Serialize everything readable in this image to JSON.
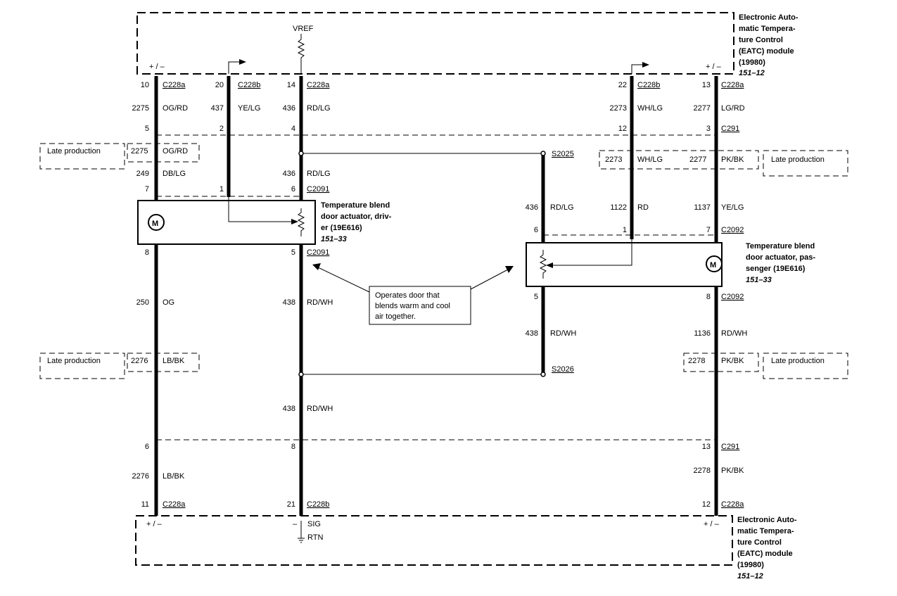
{
  "module_top": {
    "title_lines": [
      "Electronic Auto-",
      "matic Tempera-",
      "ture Control",
      "(EATC) module",
      "(19980)"
    ],
    "ref": "151–12",
    "vref": "VREF",
    "pm_left": "+ / –",
    "pm_right": "+ / –"
  },
  "module_bottom": {
    "title_lines": [
      "Electronic Auto-",
      "matic Tempera-",
      "ture Control",
      "(EATC) module",
      "(19980)"
    ],
    "ref": "151–12",
    "pm_left": "+ / –",
    "minus": "–",
    "pm_right": "+ / –",
    "sig": "SIG",
    "rtn": "RTN"
  },
  "actuator_driver": {
    "title_lines": [
      "Temperature blend",
      "door actuator, driv-",
      "er (19E616)"
    ],
    "ref": "151–33",
    "motor": "M"
  },
  "actuator_passenger": {
    "title_lines": [
      "Temperature blend",
      "door actuator, pas-",
      "senger (19E616)"
    ],
    "ref": "151–33",
    "motor": "M"
  },
  "callout": {
    "lines": [
      "Operates door that",
      "blends warm and cool",
      "air together."
    ]
  },
  "late_production": "Late production",
  "labels": [
    {
      "id": "t10",
      "text": "10"
    },
    {
      "id": "t228a_1",
      "text": "C228a"
    },
    {
      "id": "t20",
      "text": "20"
    },
    {
      "id": "t228b_1",
      "text": "C228b"
    },
    {
      "id": "t14",
      "text": "14"
    },
    {
      "id": "t228a_2",
      "text": "C228a"
    },
    {
      "id": "t22",
      "text": "22"
    },
    {
      "id": "t228b_2",
      "text": "C228b"
    },
    {
      "id": "t13",
      "text": "13"
    },
    {
      "id": "t228a_3",
      "text": "C228a"
    },
    {
      "id": "c2275",
      "text": "2275"
    },
    {
      "id": "cOGRD",
      "text": "OG/RD"
    },
    {
      "id": "c437",
      "text": "437"
    },
    {
      "id": "cYELG",
      "text": "YE/LG"
    },
    {
      "id": "c436a",
      "text": "436"
    },
    {
      "id": "cRDLGa",
      "text": "RD/LG"
    },
    {
      "id": "c2273",
      "text": "2273"
    },
    {
      "id": "cWHLG",
      "text": "WH/LG"
    },
    {
      "id": "c2277",
      "text": "2277"
    },
    {
      "id": "cLGRD",
      "text": "LG/RD"
    },
    {
      "id": "p5",
      "text": "5"
    },
    {
      "id": "p2",
      "text": "2"
    },
    {
      "id": "p4",
      "text": "4"
    },
    {
      "id": "p12",
      "text": "12"
    },
    {
      "id": "p3",
      "text": "3"
    },
    {
      "id": "cC291a",
      "text": "C291"
    },
    {
      "id": "lp2275",
      "text": "2275"
    },
    {
      "id": "lpOGRD",
      "text": "OG/RD"
    },
    {
      "id": "s2025",
      "text": "S2025"
    },
    {
      "id": "lp2273",
      "text": "2273"
    },
    {
      "id": "lpWHLG",
      "text": "WH/LG"
    },
    {
      "id": "lp2277",
      "text": "2277"
    },
    {
      "id": "lpPKBK1",
      "text": "PK/BK"
    },
    {
      "id": "c249",
      "text": "249"
    },
    {
      "id": "cDBLG",
      "text": "DB/LG"
    },
    {
      "id": "c436b",
      "text": "436"
    },
    {
      "id": "cRDLGb",
      "text": "RD/LG"
    },
    {
      "id": "p7a",
      "text": "7"
    },
    {
      "id": "p1a",
      "text": "1"
    },
    {
      "id": "p6a",
      "text": "6"
    },
    {
      "id": "cC2091a",
      "text": "C2091"
    },
    {
      "id": "c436c",
      "text": "436"
    },
    {
      "id": "cRDLGc",
      "text": "RD/LG"
    },
    {
      "id": "c1122",
      "text": "1122"
    },
    {
      "id": "cRD",
      "text": "RD"
    },
    {
      "id": "c1137",
      "text": "1137"
    },
    {
      "id": "cYELG2",
      "text": "YE/LG"
    },
    {
      "id": "p6b",
      "text": "6"
    },
    {
      "id": "p1b",
      "text": "1"
    },
    {
      "id": "p7b",
      "text": "7"
    },
    {
      "id": "cC2092a",
      "text": "C2092"
    },
    {
      "id": "p8a",
      "text": "8"
    },
    {
      "id": "p5a",
      "text": "5"
    },
    {
      "id": "cC2091b",
      "text": "C2091"
    },
    {
      "id": "p5b",
      "text": "5"
    },
    {
      "id": "p8b",
      "text": "8"
    },
    {
      "id": "cC2092b",
      "text": "C2092"
    },
    {
      "id": "c250",
      "text": "250"
    },
    {
      "id": "cOG",
      "text": "OG"
    },
    {
      "id": "c438a",
      "text": "438"
    },
    {
      "id": "cRDWHa",
      "text": "RD/WH"
    },
    {
      "id": "c438b",
      "text": "438"
    },
    {
      "id": "cRDWHb",
      "text": "RD/WH"
    },
    {
      "id": "c1136",
      "text": "1136"
    },
    {
      "id": "cRDWHc",
      "text": "RD/WH"
    },
    {
      "id": "lp2276",
      "text": "2276"
    },
    {
      "id": "lpLBBK",
      "text": "LB/BK"
    },
    {
      "id": "s2026",
      "text": "S2026"
    },
    {
      "id": "lp2278",
      "text": "2278"
    },
    {
      "id": "lpPKBK2",
      "text": "PK/BK"
    },
    {
      "id": "c438c",
      "text": "438"
    },
    {
      "id": "cRDWHd",
      "text": "RD/WH"
    },
    {
      "id": "p6c",
      "text": "6"
    },
    {
      "id": "p8c",
      "text": "8"
    },
    {
      "id": "p13",
      "text": "13"
    },
    {
      "id": "cC291b",
      "text": "C291"
    },
    {
      "id": "c2276",
      "text": "2276"
    },
    {
      "id": "cLBBK",
      "text": "LB/BK"
    },
    {
      "id": "c2278",
      "text": "2278"
    },
    {
      "id": "cPKBK",
      "text": "PK/BK"
    },
    {
      "id": "p11",
      "text": "11"
    },
    {
      "id": "cC228a_4",
      "text": "C228a"
    },
    {
      "id": "p21",
      "text": "21"
    },
    {
      "id": "cC228b_3",
      "text": "C228b"
    },
    {
      "id": "p12b",
      "text": "12"
    },
    {
      "id": "cC228a_5",
      "text": "C228a"
    }
  ]
}
